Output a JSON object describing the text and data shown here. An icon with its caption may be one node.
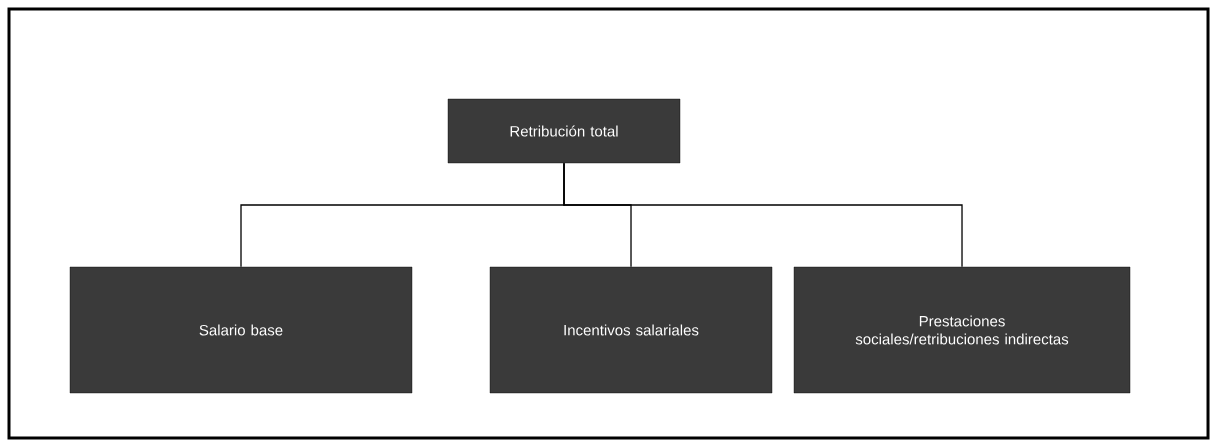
{
  "diagram": {
    "nodes": [
      {
        "text": [
          "Retribución total"
        ]
      },
      {
        "text": [
          "Salario base"
        ]
      },
      {
        "text": [
          "Incentivos salariales"
        ]
      },
      {
        "text": [
          "Prestaciones sociales/retribuciones indirectas"
        ]
      }
    ],
    "edges": [
      {
        "from": 0,
        "to": 1,
        "arrow": "none"
      },
      {
        "from": 0,
        "to": 2,
        "arrow": "none"
      },
      {
        "from": 0,
        "to": 3,
        "arrow": "none"
      }
    ]
  }
}
